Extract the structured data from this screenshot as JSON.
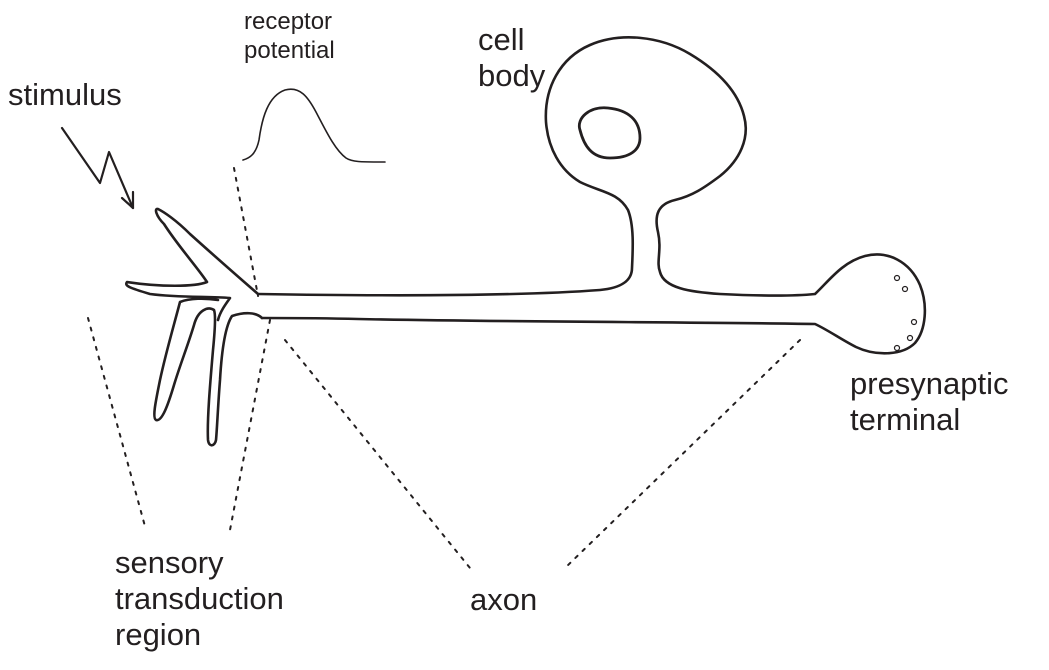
{
  "labels": {
    "receptor_potential": [
      "receptor",
      "potential"
    ],
    "cell_body": [
      "cell",
      "body"
    ],
    "stimulus": "stimulus",
    "presynaptic_terminal": [
      "presynaptic",
      "terminal"
    ],
    "sensory_transduction_region": [
      "sensory",
      "transduction",
      "region"
    ],
    "axon": "axon"
  },
  "colors": {
    "stroke": "#231f20",
    "background": "#ffffff"
  }
}
